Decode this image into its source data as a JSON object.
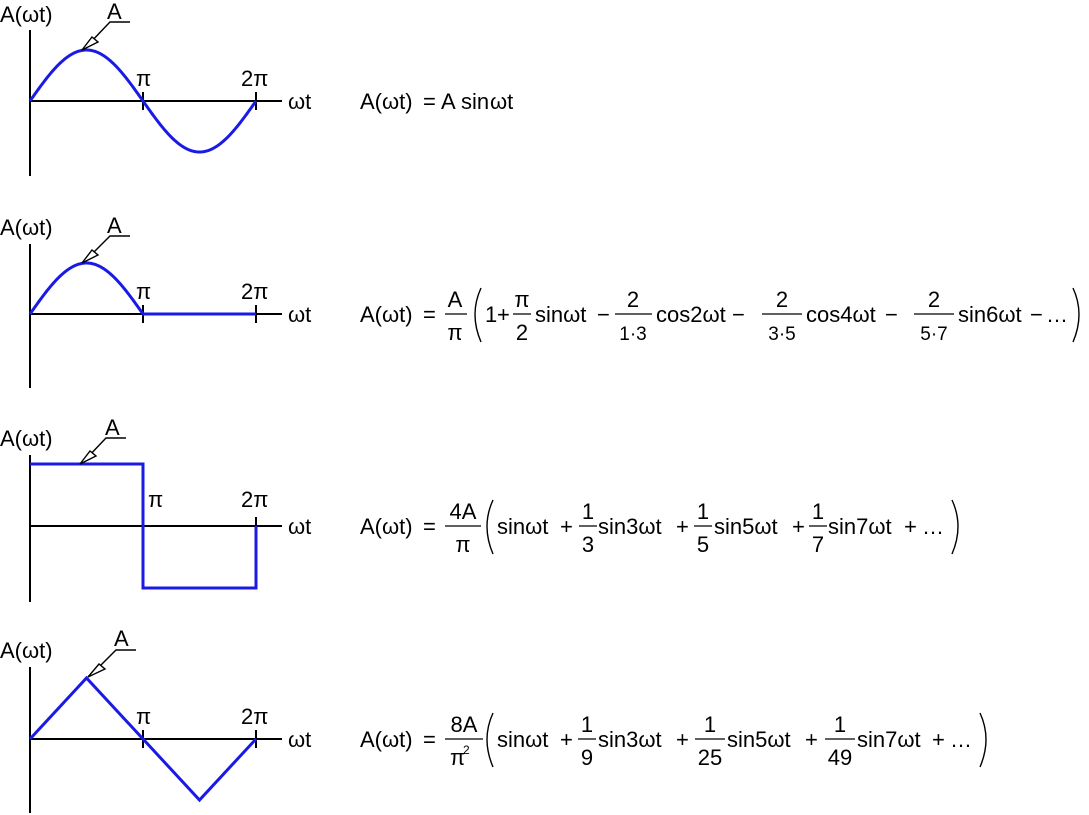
{
  "colors": {
    "waveform": "#1a1ae6",
    "axes": "#000000",
    "background": "#ffffff"
  },
  "labels": {
    "y_axis": "A(ωt)",
    "x_axis": "ωt",
    "amplitude": "A",
    "pi": "π",
    "two_pi": "2π"
  },
  "waveforms": [
    {
      "id": "sine",
      "shape": "sine"
    },
    {
      "id": "half-wave",
      "shape": "half-wave-rectified-sine"
    },
    {
      "id": "square",
      "shape": "square"
    },
    {
      "id": "triangle",
      "shape": "triangle"
    }
  ],
  "formulas": {
    "lhs": "A(ωt)",
    "eq": "=",
    "sine": {
      "a": "A",
      "sin": "sin",
      "arg": "ωt"
    },
    "half": {
      "pre_num": "A",
      "pre_den": "π",
      "one": "1",
      "plus": "+",
      "f1_num": "π",
      "f1_den": "2",
      "t1": "sinωt",
      "minus1": "−",
      "f2_num": "2",
      "f2_den": "1·3",
      "t2": "cos2ωt",
      "minus2": "−",
      "f3_num": "2",
      "f3_den": "3·5",
      "t3": "cos4ωt",
      "minus3": "−",
      "f4_num": "2",
      "f4_den": "5·7",
      "t4": "sin6ωt",
      "minus4": "−",
      "ell": "…"
    },
    "square": {
      "pre_num": "4A",
      "pre_den": "π",
      "t0": "sinωt",
      "plus1": "+",
      "f1_num": "1",
      "f1_den": "3",
      "t1": "sin3ωt",
      "plus2": "+",
      "f2_num": "1",
      "f2_den": "5",
      "t2": "sin5ωt",
      "plus3": "+",
      "f3_num": "1",
      "f3_den": "7",
      "t3": "sin7ωt",
      "plus4": "+",
      "ell": "…"
    },
    "triangle": {
      "pre_num": "8A",
      "pre_den": "π",
      "pre_exp": "2",
      "t0": "sinωt",
      "plus1": "+",
      "f1_num": "1",
      "f1_den": "9",
      "t1": "sin3ωt",
      "plus2": "+",
      "f2_num": "1",
      "f2_den": "25",
      "t2": "sin5ωt",
      "plus3": "+",
      "f3_num": "1",
      "f3_den": "49",
      "t3": "sin7ωt",
      "plus4": "+",
      "ell": "…"
    }
  }
}
